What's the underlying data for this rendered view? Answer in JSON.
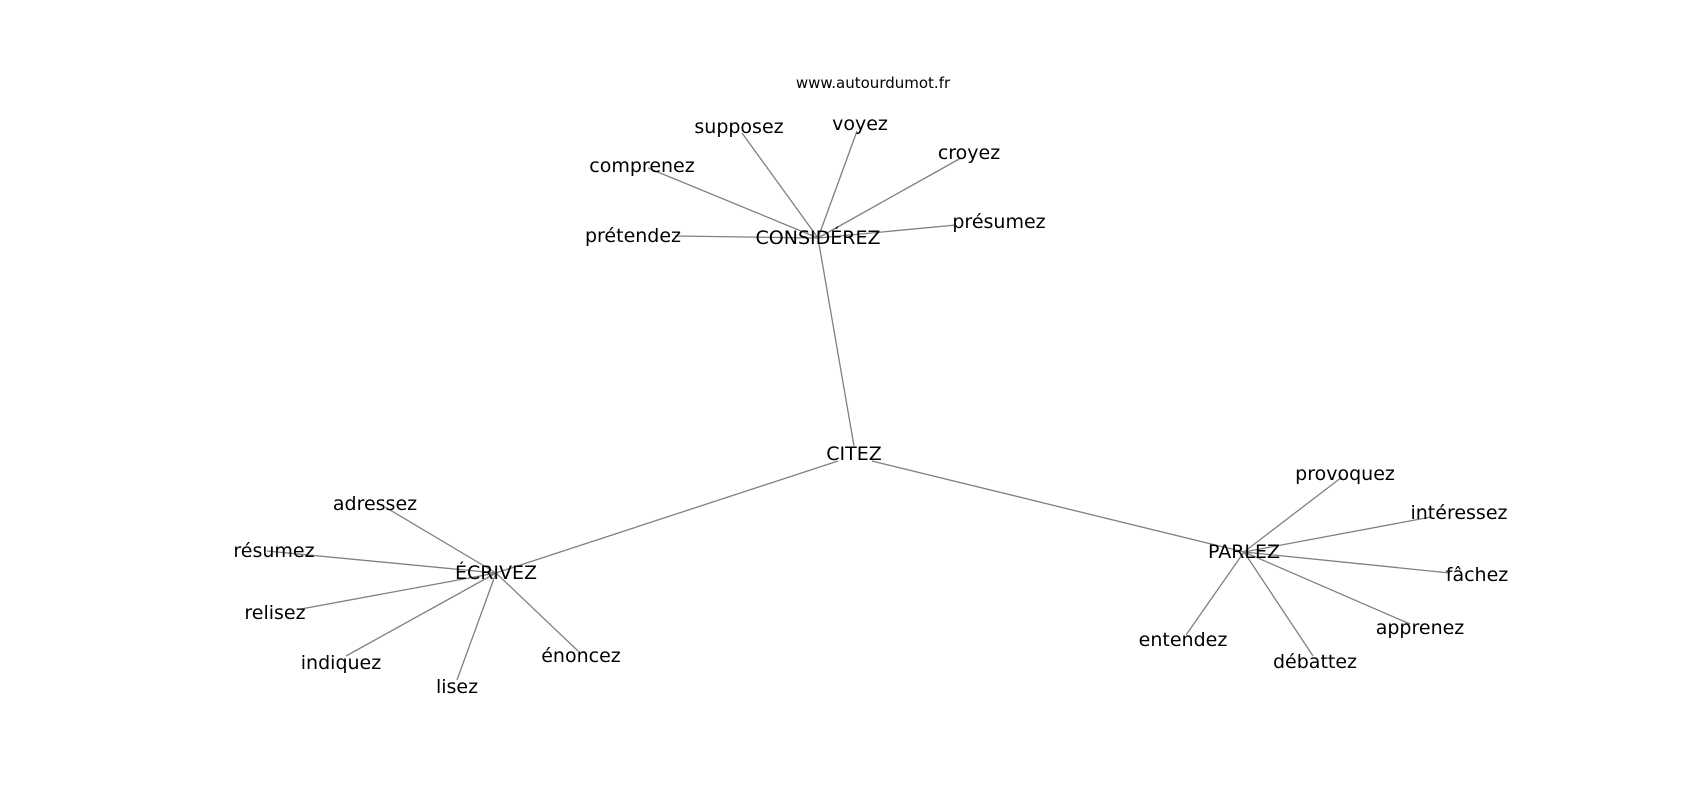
{
  "site": "www.autourdumot.fr",
  "edge_color": "#808080",
  "center": "CITEZ",
  "groups": [
    {
      "hub": "CONSIDÉREZ",
      "leaves": [
        "supposez",
        "voyez",
        "comprenez",
        "croyez",
        "prétendez",
        "présumez"
      ]
    },
    {
      "hub": "ÉCRIVEZ",
      "leaves": [
        "adressez",
        "résumez",
        "relisez",
        "indiquez",
        "lisez",
        "énoncez"
      ]
    },
    {
      "hub": "PARLEZ",
      "leaves": [
        "provoquez",
        "intéressez",
        "fâchez",
        "apprenez",
        "débattez",
        "entendez"
      ]
    }
  ]
}
